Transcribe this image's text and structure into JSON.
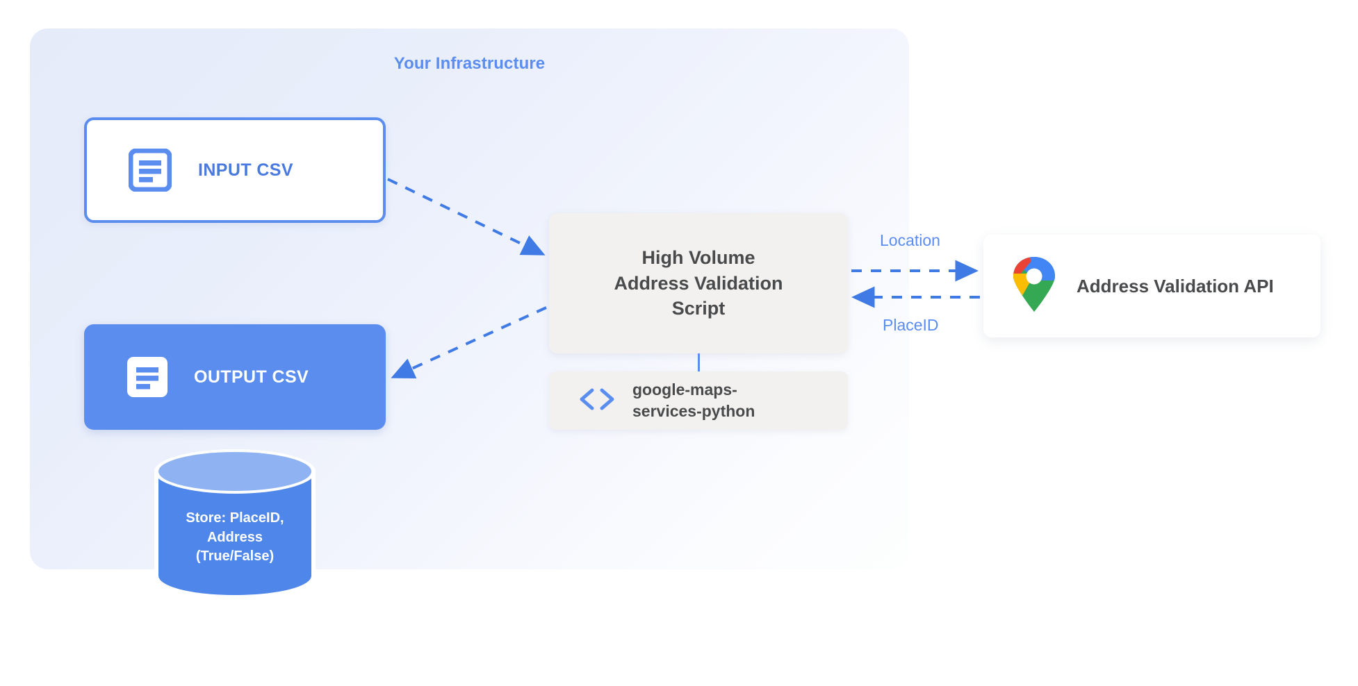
{
  "panel": {
    "title": "Your Infrastructure",
    "accent_color": "#5b8def",
    "background_color": "#e5ebf9"
  },
  "nodes": {
    "input_csv": {
      "label": "INPUT CSV",
      "icon": "document-icon",
      "border_color": "#5b8def",
      "fill_color": "#ffffff",
      "text_color": "#4a7ae0"
    },
    "output_csv": {
      "label": "OUTPUT CSV",
      "icon": "document-icon",
      "fill_color": "#5b8def",
      "text_color": "#ffffff"
    },
    "script": {
      "line1": "High Volume",
      "line2": "Address Validation",
      "line3": "Script",
      "fill_color": "#f2f1ef",
      "text_color": "#494a4c"
    },
    "library": {
      "line1": "google-maps-",
      "line2": "services-python",
      "icon": "code-brackets-icon",
      "fill_color": "#f2f1ef",
      "text_color": "#494a4c"
    },
    "api": {
      "label": "Address Validation API",
      "icon": "google-maps-pin-icon",
      "fill_color": "#ffffff",
      "text_color": "#494a4c"
    },
    "database": {
      "line1": "Store: PlaceID,",
      "line2": "Address",
      "line3": "(True/False)",
      "body_color": "#4e86ea",
      "top_color": "#8fb3f2",
      "text_color": "#ffffff"
    }
  },
  "edges": {
    "location_label": "Location",
    "placeid_label": "PlaceID",
    "stroke_color": "#3f7ae5"
  }
}
